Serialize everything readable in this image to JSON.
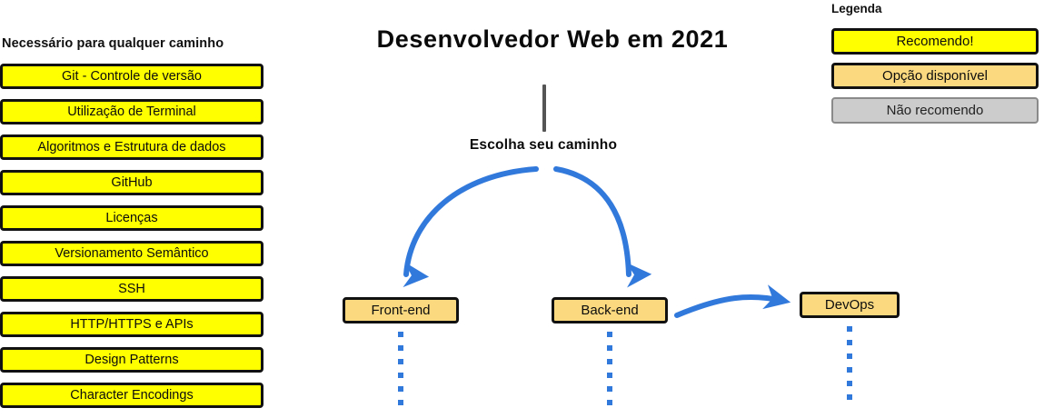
{
  "colors": {
    "recommend_fill": "#FFFF00",
    "available_fill": "#FAD97F",
    "not_recommend_fill": "#CCCCCC",
    "arrow_blue": "#3279DC",
    "stem_gray": "#555555",
    "border_black": "#111111"
  },
  "title": "Desenvolvedor Web em 2021",
  "choose_path_label": "Escolha seu caminho",
  "required": {
    "heading": "Necessário para qualquer caminho",
    "items": [
      "Git - Controle de versão",
      "Utilização de Terminal",
      "Algoritmos e Estrutura de dados",
      "GitHub",
      "Licenças",
      "Versionamento Semântico",
      "SSH",
      "HTTP/HTTPS e APIs",
      "Design Patterns",
      "Character Encodings"
    ]
  },
  "paths": [
    {
      "label": "Front-end",
      "style": "available"
    },
    {
      "label": "Back-end",
      "style": "available"
    },
    {
      "label": "DevOps",
      "style": "available"
    }
  ],
  "legend": {
    "title": "Legenda",
    "items": [
      {
        "label": "Recomendo!",
        "style": "recommend"
      },
      {
        "label": "Opção disponível",
        "style": "available"
      },
      {
        "label": "Não recomendo",
        "style": "not-recommend"
      }
    ]
  }
}
